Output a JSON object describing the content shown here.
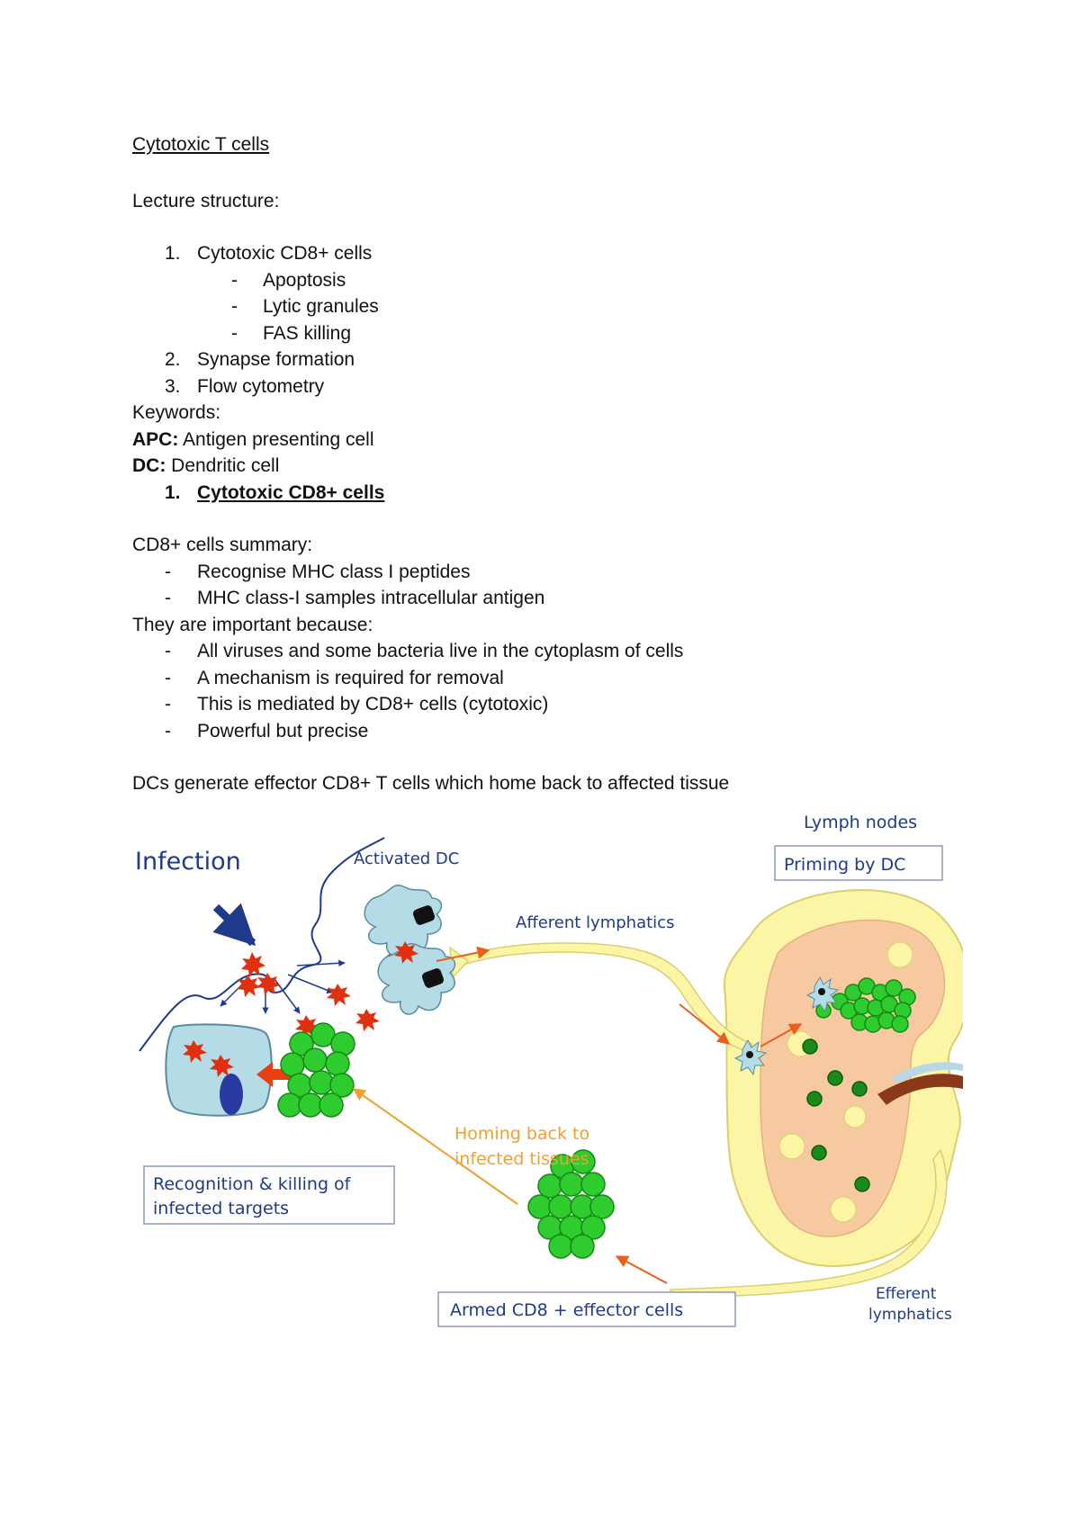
{
  "document": {
    "title": "Cytotoxic T cells",
    "lecture_heading": "Lecture structure:",
    "outline": [
      {
        "num": "1.",
        "text": "Cytotoxic CD8+ cells",
        "sub": [
          "Apoptosis",
          "Lytic granules",
          "FAS killing"
        ]
      },
      {
        "num": "2.",
        "text": "Synapse formation",
        "sub": []
      },
      {
        "num": "3.",
        "text": "Flow cytometry",
        "sub": []
      }
    ],
    "keywords_heading": "Keywords:",
    "keywords": [
      {
        "term": "APC:",
        "definition": " Antigen presenting cell"
      },
      {
        "term": "DC:",
        "definition": " Dendritic cell"
      }
    ],
    "section_heading": {
      "num": "1.",
      "text": "Cytotoxic CD8+ cells"
    },
    "summary_heading": "CD8+ cells summary:",
    "summary_items": [
      "Recognise MHC class I peptides",
      "MHC class-I samples intracellular antigen"
    ],
    "important_heading": "They are important because:",
    "important_items": [
      "All viruses and some bacteria live in the cytoplasm of cells",
      "A mechanism is required for removal",
      "This is mediated by CD8+ cells (cytotoxic)",
      "Powerful but precise"
    ],
    "dc_statement": "DCs generate effector CD8+ T cells which home back to affected tissue",
    "dash": "-"
  },
  "diagram": {
    "labels": {
      "infection": "Infection",
      "activated_dc": "Activated DC",
      "afferent": "Afferent lymphatics",
      "lymph_nodes": "Lymph nodes",
      "priming": "Priming by DC",
      "homing_line1": "Homing back to",
      "homing_line2": "infected tissues",
      "recognition_line1": "Recognition & killing of",
      "recognition_line2": "infected targets",
      "armed": "Armed CD8 + effector cells",
      "efferent_line1": "Efferent",
      "efferent_line2": "lymphatics"
    },
    "colors": {
      "label_blue": "#1f3a8a",
      "homing_orange": "#f0a030",
      "node_yellow": "#fbf5a5",
      "node_core": "#f7c9a0",
      "cell_green": "#2ecc2e",
      "dc_blue": "#b4dce6",
      "arrow_red": "#e8401a",
      "virus_red": "#e03010"
    }
  }
}
